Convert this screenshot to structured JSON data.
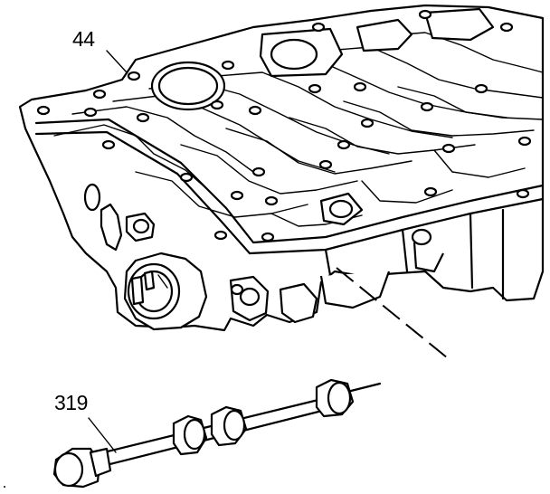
{
  "figure": {
    "callouts": [
      {
        "id": "44",
        "label": "44"
      },
      {
        "id": "319",
        "label": "319"
      }
    ],
    "colors": {
      "ink": "#000000",
      "paper": "#ffffff"
    }
  }
}
